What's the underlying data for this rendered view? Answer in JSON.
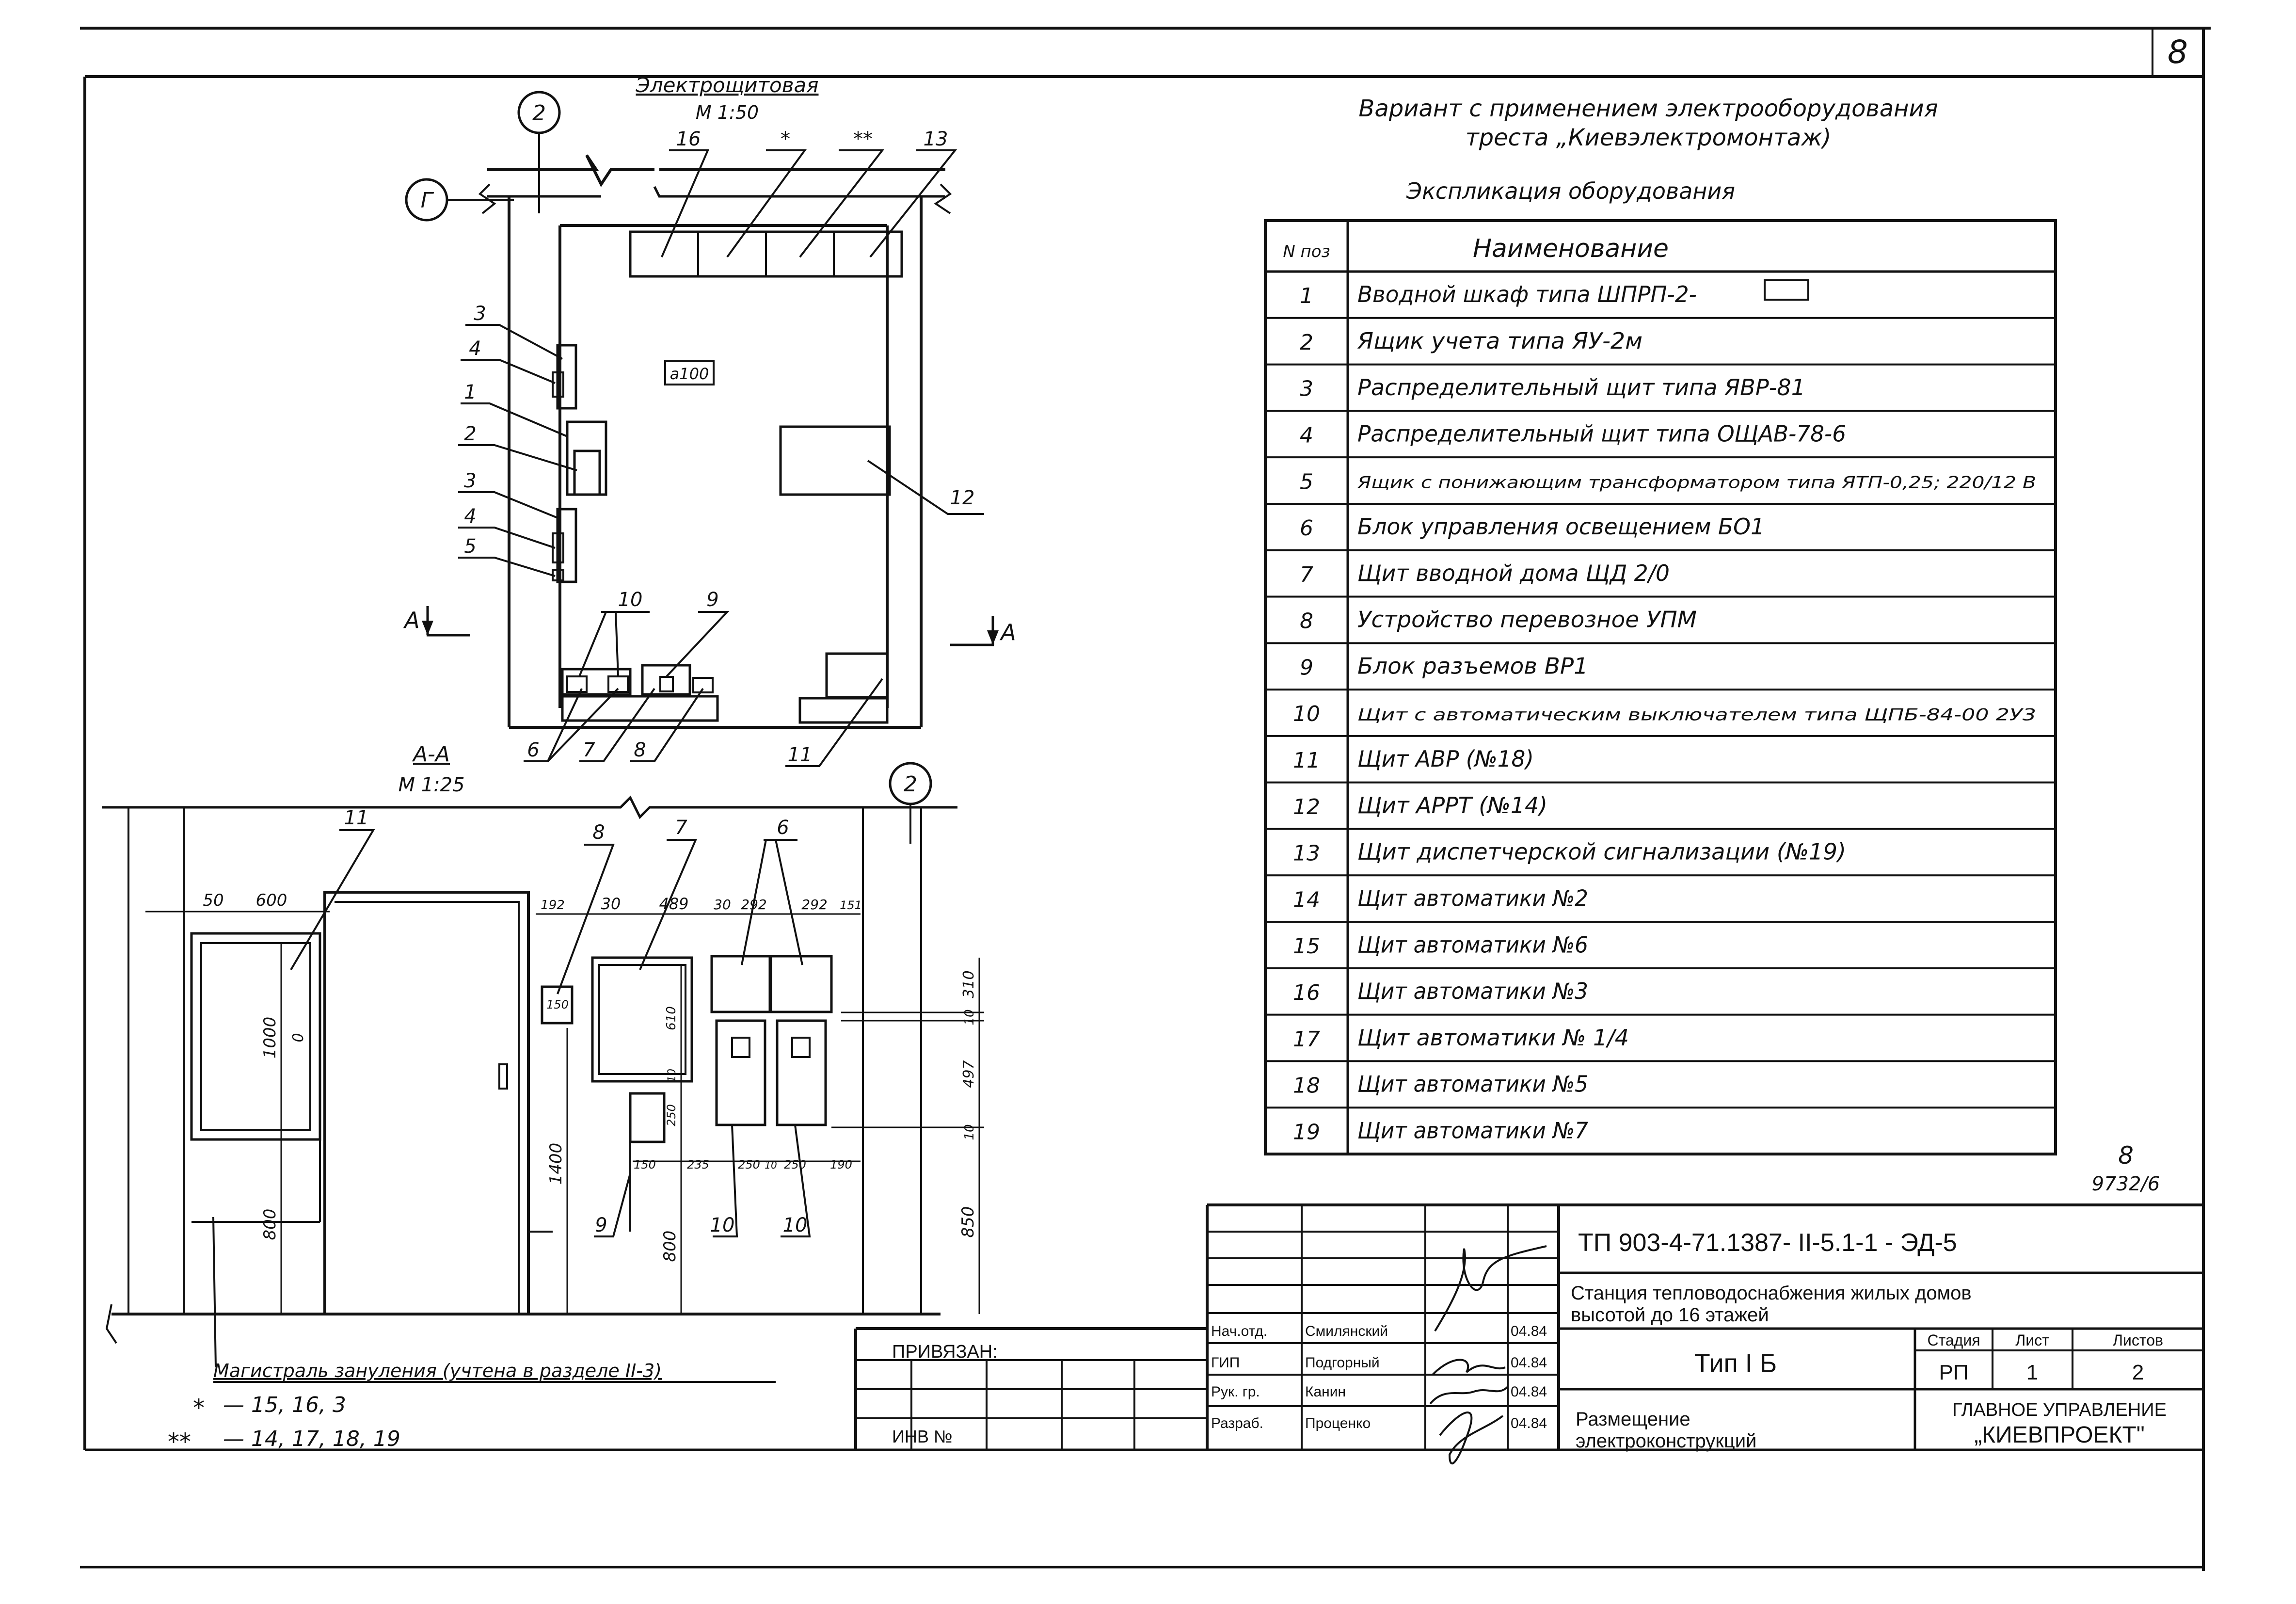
{
  "sheet": {
    "number": "8",
    "archive_code_top": "8",
    "archive_code_bottom": "9732/6"
  },
  "plan": {
    "title": "Электрощитовая",
    "scale": "М 1:50",
    "axis_2": "2",
    "axis_g": "Г",
    "room_tag": "а100",
    "section_mark": "А",
    "callouts": [
      "16",
      "*",
      "**",
      "13",
      "3",
      "4",
      "1",
      "2",
      "3",
      "4",
      "5",
      "10",
      "9",
      "12",
      "6",
      "7",
      "8",
      "11"
    ]
  },
  "section": {
    "title": "А-А",
    "scale": "М 1:25",
    "axis_2": "2",
    "callouts": [
      "11",
      "8",
      "7",
      "6",
      "9",
      "10",
      "10"
    ],
    "dims_top": [
      "50",
      "600",
      "192",
      "30",
      "489",
      "30",
      "292",
      "292",
      "151"
    ],
    "dims_right": [
      "310",
      "10",
      "497",
      "10",
      "850"
    ],
    "dims_left": [
      "1000",
      "0",
      "800",
      "1400",
      "800"
    ],
    "dims_inner": [
      "150",
      "610",
      "10",
      "250",
      "150",
      "235",
      "250",
      "10",
      "250",
      "190"
    ],
    "legend_line": "Магистраль зануления (учтена в разделе II-3)",
    "legend_single_star": {
      "mark": "*",
      "text": "— 15, 16, 3"
    },
    "legend_double_star": {
      "mark": "**",
      "text": "— 14, 17, 18, 19"
    }
  },
  "variant_note": {
    "line1": "Вариант с применением электрооборудования",
    "line2": "треста „Киевэлектромонтаж)"
  },
  "explication": {
    "title": "Экспликация оборудования",
    "header_no": "N поз",
    "header_name": "Наименование",
    "rows": [
      {
        "no": "1",
        "name": "Вводной шкаф типа ШПРП-2-"
      },
      {
        "no": "2",
        "name": "Ящик учета типа ЯУ-2м"
      },
      {
        "no": "3",
        "name": "Распределительный щит типа ЯВР-81"
      },
      {
        "no": "4",
        "name": "Распределительный щит типа ОЩАВ-78-6"
      },
      {
        "no": "5",
        "name": "Ящик с понижающим трансформатором типа ЯТП-0,25; 220/12 В"
      },
      {
        "no": "6",
        "name": "Блок управления освещением БО1"
      },
      {
        "no": "7",
        "name": "Щит вводной дома ЩД 2/0"
      },
      {
        "no": "8",
        "name": "Устройство перевозное УПМ"
      },
      {
        "no": "9",
        "name": "Блок разъемов ВР1"
      },
      {
        "no": "10",
        "name": "Щит с автоматическим выключателем типа ЩПБ-84-00 2У3"
      },
      {
        "no": "11",
        "name": "Щит АВР (№18)"
      },
      {
        "no": "12",
        "name": "Щит АРРТ (№14)"
      },
      {
        "no": "13",
        "name": "Щит диспетчерской сигнализации (№19)"
      },
      {
        "no": "14",
        "name": "Щит автоматики №2"
      },
      {
        "no": "15",
        "name": "Щит автоматики №6"
      },
      {
        "no": "16",
        "name": "Щит автоматики №3"
      },
      {
        "no": "17",
        "name": "Щит автоматики № 1/4"
      },
      {
        "no": "18",
        "name": "Щит автоматики №5"
      },
      {
        "no": "19",
        "name": "Щит автоматики №7"
      }
    ]
  },
  "title_block": {
    "doc_code": "ТП 903-4-71.1387- II-5.1-1 - ЭД-5",
    "project_line1": "Станция тепловодоснабжения жилых домов",
    "project_line2": "высотой до 16 этажей",
    "type": "Тип I Б",
    "sheet_title_line1": "Размещение",
    "sheet_title_line2": "электроконструкций",
    "stage_label": "Стадия",
    "sheet_label": "Лист",
    "sheets_label": "Листов",
    "stage": "РП",
    "sheet": "1",
    "sheets": "2",
    "org_line1": "ГЛАВНОЕ УПРАВЛЕНИЕ",
    "org_line2": "„КИЕВПРОЕКТ\"",
    "privyazan": "ПРИВЯЗАН:",
    "inv": "ИНВ №",
    "signers": [
      {
        "role": "Нач.отд.",
        "name": "Смилянский",
        "date": "04.84"
      },
      {
        "role": "ГИП",
        "name": "Подгорный",
        "date": "04.84"
      },
      {
        "role": "Рук. гр.",
        "name": "Канин",
        "date": "04.84"
      },
      {
        "role": "Разраб.",
        "name": "Проценко",
        "date": "04.84"
      }
    ]
  }
}
